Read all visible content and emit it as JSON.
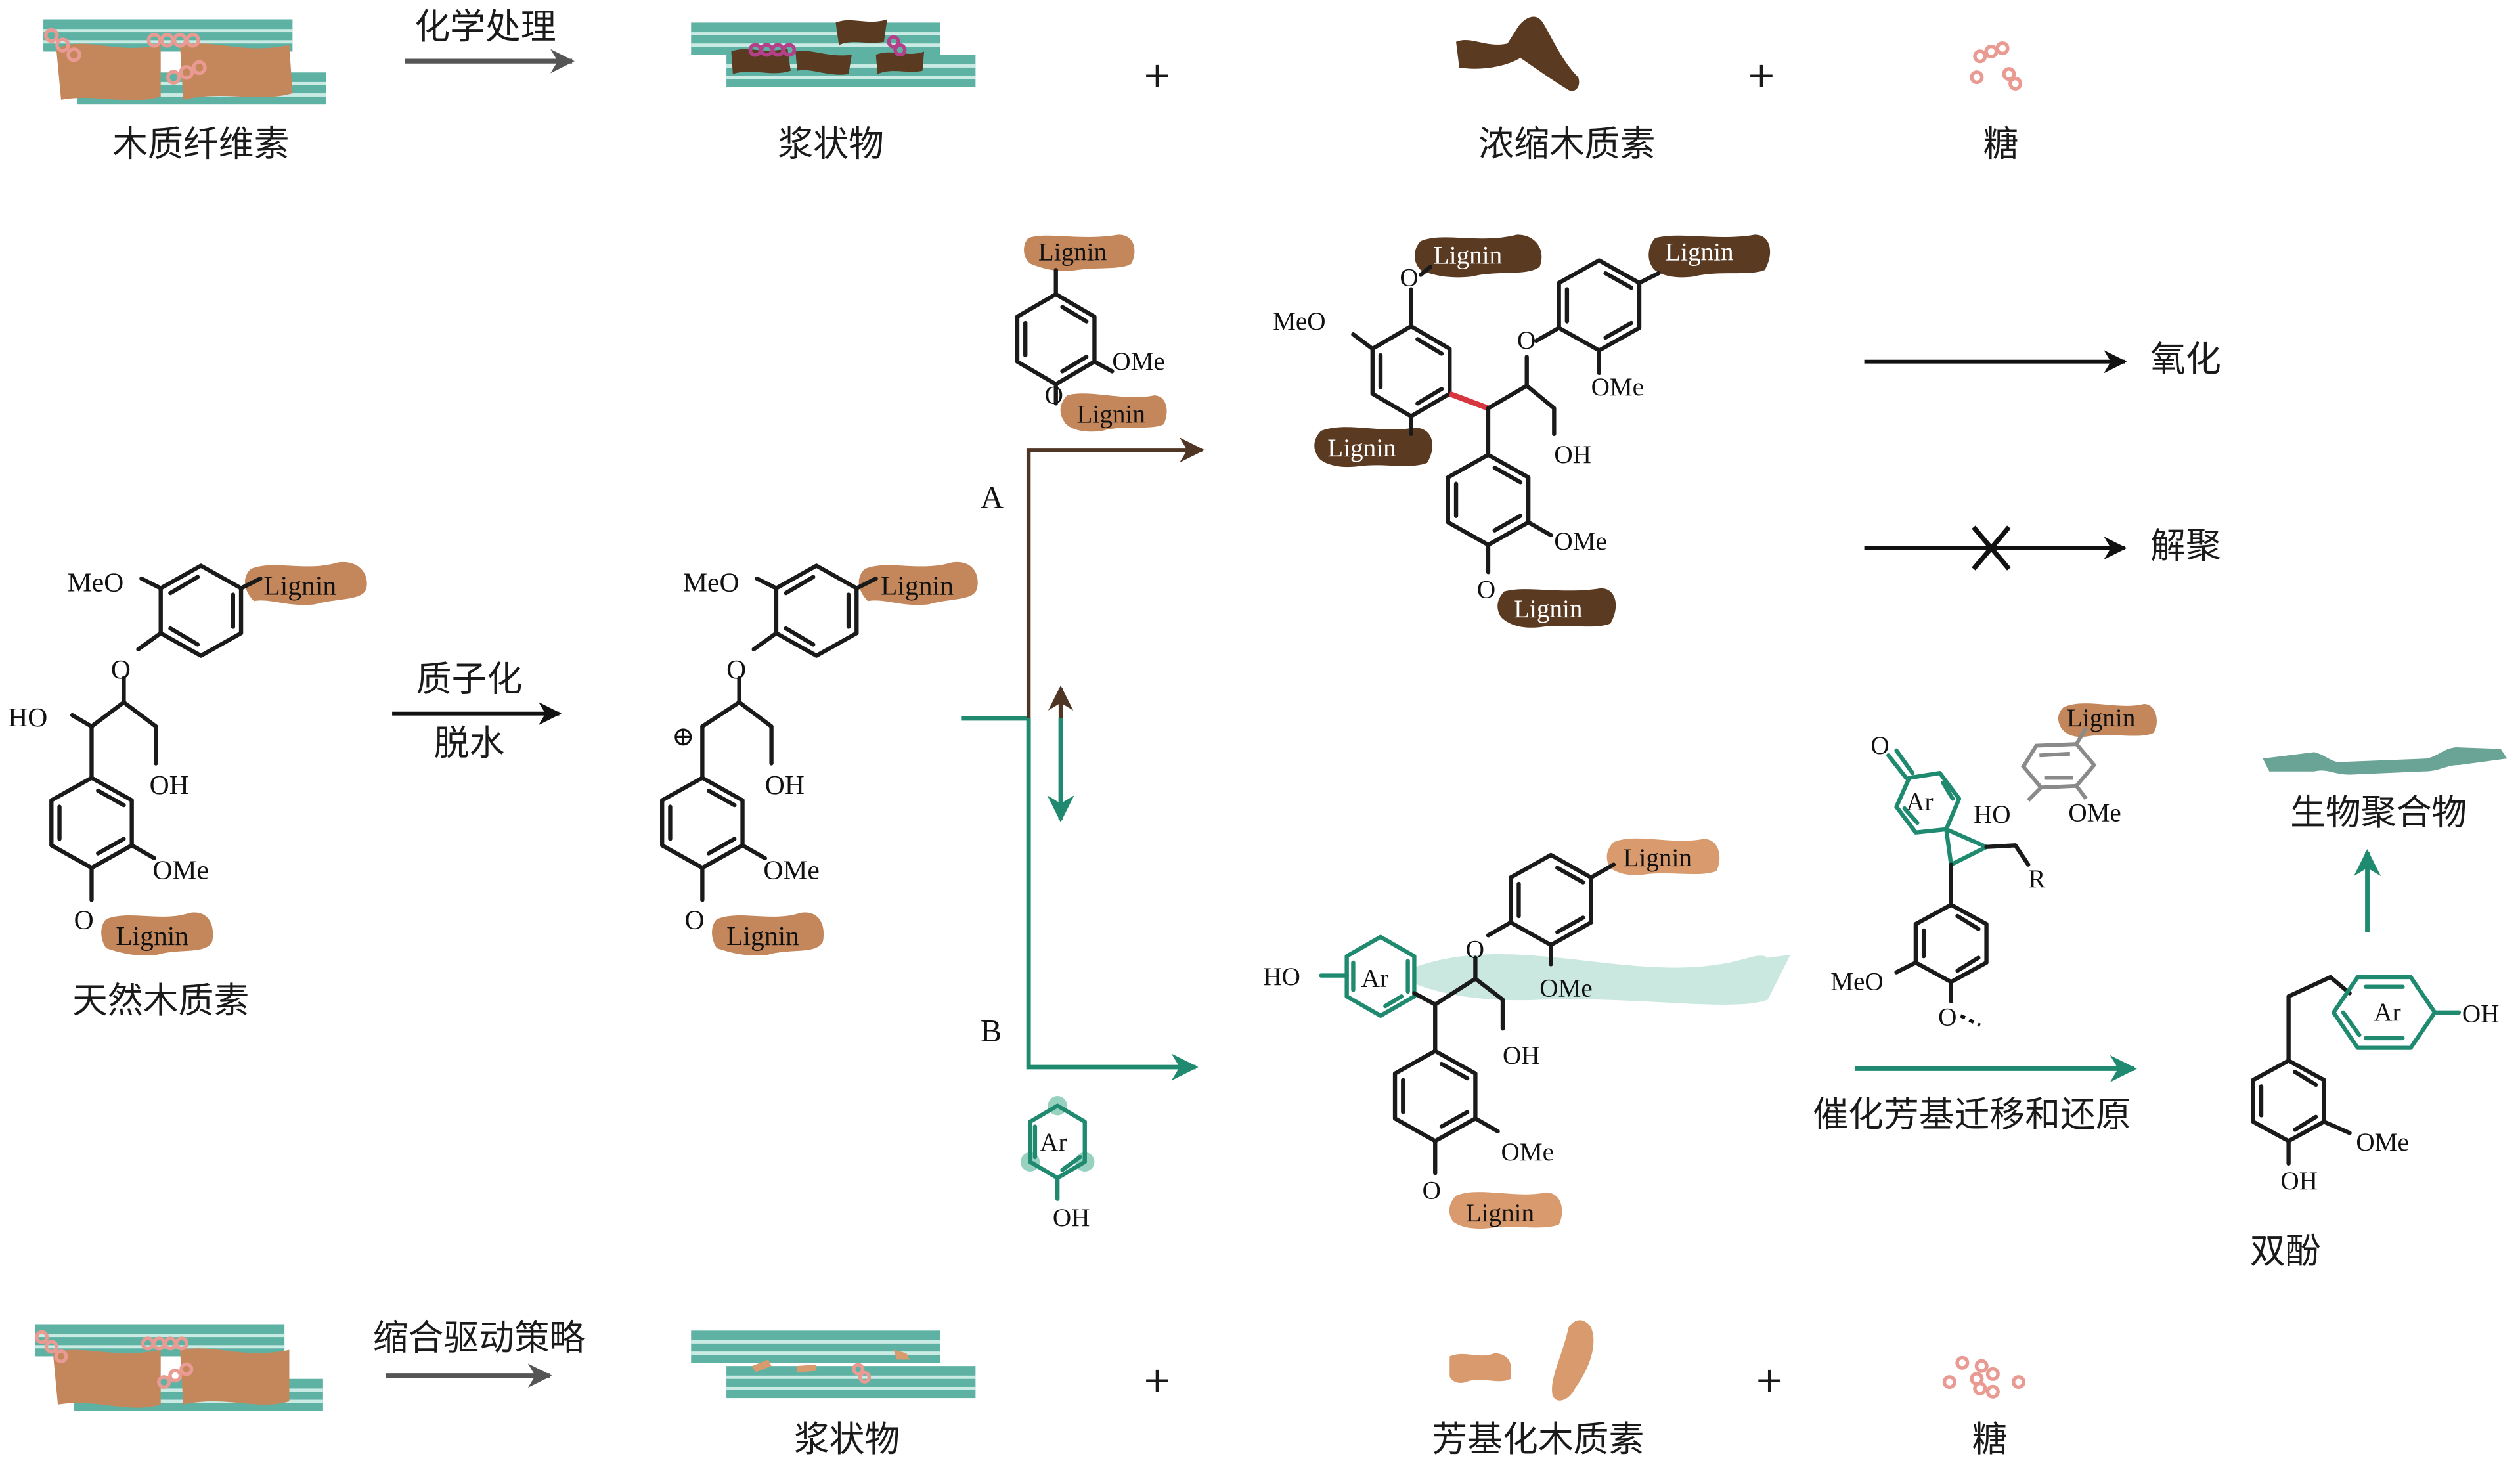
{
  "colors": {
    "cellulose_teal": "#5eb2a4",
    "lignin_native": "#c4875c",
    "lignin_condensed": "#5b3a22",
    "lignin_arylated": "#d99a6e",
    "sugar_ring": "#e99a92",
    "pathway_A": "#4e3524",
    "pathway_B": "#1f8a70",
    "new_cc_bond": "#d7353f"
  },
  "top_row": {
    "start_label": "木质纤维素",
    "arrow_label": "化学处理",
    "pulp_label": "浆状物",
    "plus": "+",
    "lignin_label": "浓缩木质素",
    "sugar_label": "糖"
  },
  "bottom_row": {
    "arrow_label": "缩合驱动策略",
    "pulp_label": "浆状物",
    "plus": "+",
    "lignin_label": "芳基化木质素",
    "sugar_label": "糖"
  },
  "native_lignin": {
    "caption": "天然木质素",
    "groups": [
      "MeO",
      "Lignin",
      "O",
      "HO",
      "OH",
      "OMe",
      "O",
      "Lignin"
    ]
  },
  "step1": {
    "label_top": "质子化",
    "label_bottom": "脱水"
  },
  "carbocation": {
    "charge": "⊕",
    "groups": [
      "MeO",
      "Lignin",
      "O",
      "OH",
      "OMe",
      "O",
      "Lignin"
    ]
  },
  "pathway_A": {
    "label": "A",
    "reagent_groups": [
      "Lignin",
      "OMe",
      "O",
      "Lignin"
    ],
    "product_groups": [
      "Lignin",
      "O",
      "MeO",
      "Lignin",
      "O",
      "OMe",
      "OH",
      "Lignin",
      "OMe",
      "O",
      "Lignin"
    ],
    "outcome_1": "氧化",
    "outcome_2": "解聚"
  },
  "pathway_B": {
    "label": "B",
    "reagent_groups": [
      "Ar",
      "OH"
    ],
    "product_groups": [
      "HO",
      "Ar",
      "O",
      "Lignin",
      "OMe",
      "OH",
      "OMe",
      "O",
      "Lignin"
    ],
    "intermediate_groups": [
      "O",
      "Ar",
      "Lignin",
      "HO",
      "OMe",
      "R",
      "MeO",
      "O"
    ],
    "arrow_label": "催化芳基迁移和还原",
    "bisphenol_groups": [
      "Ar",
      "OH",
      "OMe",
      "OH"
    ],
    "bisphenol_caption": "双酚",
    "polymer_label": "生物聚合物"
  }
}
